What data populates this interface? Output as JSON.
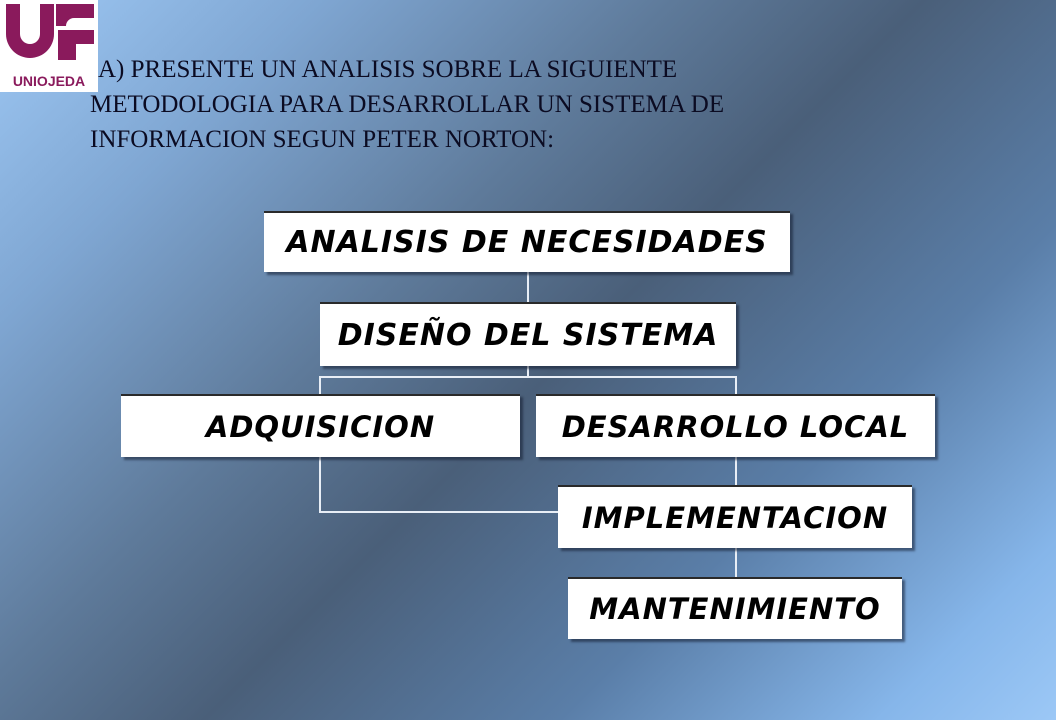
{
  "logo": {
    "text": "UNIOJEDA",
    "color": "#8a1a5c"
  },
  "title": {
    "line1": "A) PRESENTE  UN ANALISIS SOBRE LA SIGUIENTE",
    "line2": "METODOLOGIA PARA DESARROLLAR UN SISTEMA DE",
    "line3": "INFORMACION SEGUN PETER NORTON:"
  },
  "diagram": {
    "analisis": "ANALISIS DE NECESIDADES",
    "diseno": "DISEÑO DEL SISTEMA",
    "adquisicion": "ADQUISICION",
    "desarrollo": "DESARROLLO LOCAL",
    "implementacion": "IMPLEMENTACION",
    "mantenimiento": "MANTENIMIENTO"
  }
}
